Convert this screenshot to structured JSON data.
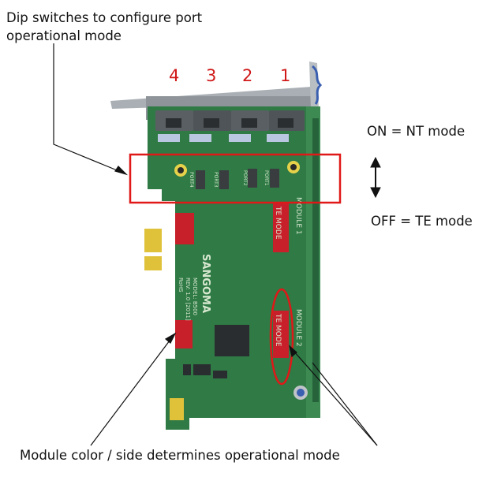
{
  "title_annotation": {
    "line1": "Dip switches to configure port",
    "line2": "operational mode"
  },
  "port_labels": [
    "4",
    "3",
    "2",
    "1"
  ],
  "mode_annotations": {
    "on": "ON = NT mode",
    "off": "OFF = TE mode"
  },
  "bottom_annotation": "Module color / side determines operational mode",
  "board": {
    "brand": "SANGOMA",
    "model_text": [
      "MODEL: B500",
      "REV: 1.0  [2011]",
      "RoHS"
    ],
    "port_silkscreen": [
      "PORT4",
      "PORT3",
      "PORT2",
      "PORT1"
    ],
    "module1": {
      "label": "MODULE 1",
      "mode": "TE MODE"
    },
    "module2": {
      "label": "MODULE 2",
      "mode": "TE MODE"
    },
    "colors": {
      "pcb": "#2f7a45",
      "pcb_dark": "#1f5a32",
      "highlight": "#e01818",
      "red_module": "#c8202a",
      "bracket": "#9aa0a6",
      "port_housing": "#555a5e"
    }
  }
}
